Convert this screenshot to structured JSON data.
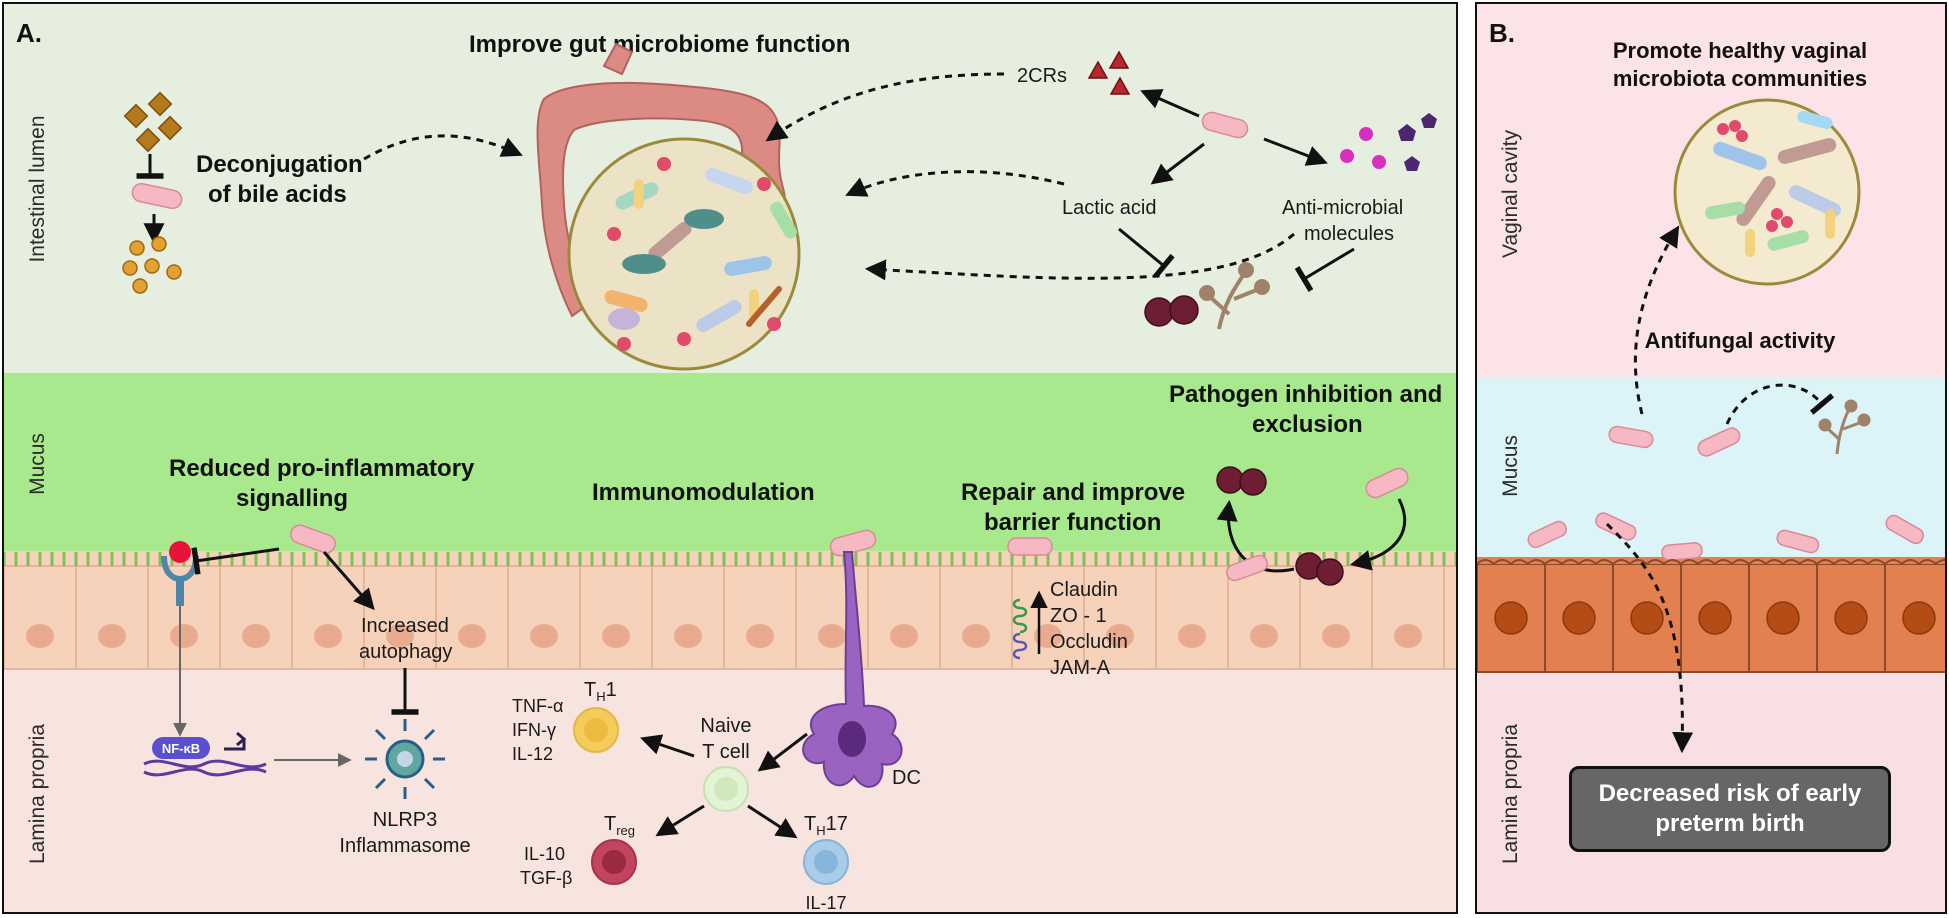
{
  "panel_a": {
    "letter": "A.",
    "zones": {
      "lumen": "Intestinal lumen",
      "mucus": "Mucus",
      "lamina": "Lamina propria"
    },
    "titles": {
      "gut": "Improve gut microbiome function",
      "bile_1": "Deconjugation",
      "bile_2": "of bile acids",
      "proinflam_1": "Reduced pro-inflammatory",
      "proinflam_2": "signalling",
      "immuno": "Immunomodulation",
      "barrier_1": "Repair and improve",
      "barrier_2": "barrier function",
      "pathogen_1": "Pathogen inhibition and",
      "pathogen_2": "exclusion"
    },
    "labels": {
      "twocrs": "2CRs",
      "lactic": "Lactic acid",
      "antimicrobial_1": "Anti-microbial",
      "antimicrobial_2": "molecules",
      "autophagy_1": "Increased",
      "autophagy_2": "autophagy",
      "nfkb": "NF-κB",
      "nlrp3_1": "NLRP3",
      "nlrp3_2": "Inflammasome",
      "naive_1": "Naive",
      "naive_2": "T cell",
      "dc": "DC",
      "th1_main": "T",
      "th1_sub": "H",
      "th1_suffix": "1",
      "th1_cytokines": [
        "TNF-α",
        "IFN-γ",
        "IL-12"
      ],
      "treg_main": "T",
      "treg_sub": "reg",
      "treg_cytokines": [
        "IL-10",
        "TGF-β"
      ],
      "th17_main": "T",
      "th17_sub": "H",
      "th17_suffix": "17",
      "th17_cytokine": "IL-17",
      "junctions": [
        "Claudin",
        "ZO - 1",
        "Occludin",
        "JAM-A"
      ]
    }
  },
  "panel_b": {
    "letter": "B.",
    "zones": {
      "cavity": "Vaginal cavity",
      "mucus": "Mucus",
      "lamina": "Lamina propria"
    },
    "titles": {
      "vaginal_1": "Promote healthy vaginal",
      "vaginal_2": "microbiota communities",
      "antifungal": "Antifungal activity"
    },
    "risk_1": "Decreased risk of early",
    "risk_2": "preterm birth"
  },
  "colors": {
    "lumen_bg": "#e6efdf",
    "mucus_a": "#a8e98d",
    "epithelium": "#f7d2bb",
    "lamina_a": "#f8e4df",
    "vaginal_bg": "#fbe3e7",
    "mucus_b": "#dcf3f7",
    "epithelium_b": "#e2814f",
    "lamina_b": "#f7dfe3",
    "probiotic": "#f6b8c3",
    "pathogen": "#6d1e33"
  }
}
